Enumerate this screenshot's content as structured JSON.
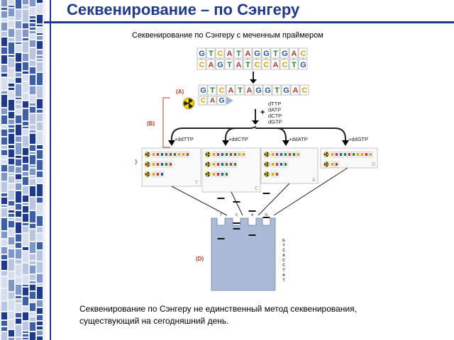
{
  "slide": {
    "title": "Секвенирование – по Сэнгеру",
    "subtitle": "Секвенирование по Сэнгеру с меченным праймером",
    "caption_line1": "Секвенирование по Сэнгеру не единственный метод секвенирования,",
    "caption_line2": "существующий на сегодняшний день."
  },
  "diagram": {
    "template_top": [
      "G",
      "T",
      "C",
      "A",
      "T",
      "A",
      "G",
      "G",
      "T",
      "G",
      "A",
      "C"
    ],
    "template_bottom": [
      "C",
      "A",
      "G",
      "T",
      "A",
      "T",
      "C",
      "C",
      "A",
      "C",
      "T",
      "G"
    ],
    "primer": [
      "C",
      "A",
      "G"
    ],
    "step_labels": [
      "(A)",
      "(B)",
      "(C)",
      "(D)"
    ],
    "nucleotides": [
      "dTTP",
      "dATP",
      "dCTP",
      "dGTP"
    ],
    "plus_sign": "+",
    "reactions": [
      "+ddTTP",
      "+ddCTP",
      "+ddATP",
      "+ddGTP"
    ],
    "lane_letters": [
      "T",
      "C",
      "A",
      "G"
    ],
    "gel_sequence": [
      "G",
      "T",
      "C",
      "A",
      "C",
      "C",
      "T",
      "A",
      "T"
    ],
    "colors": {
      "A": "#c0392b",
      "T": "#2e7d32",
      "C": "#e6a100",
      "G": "#1f5aa6",
      "title": "#1f3a8a",
      "step_label": "#c0392b",
      "gel": "#a9bbd8"
    }
  }
}
